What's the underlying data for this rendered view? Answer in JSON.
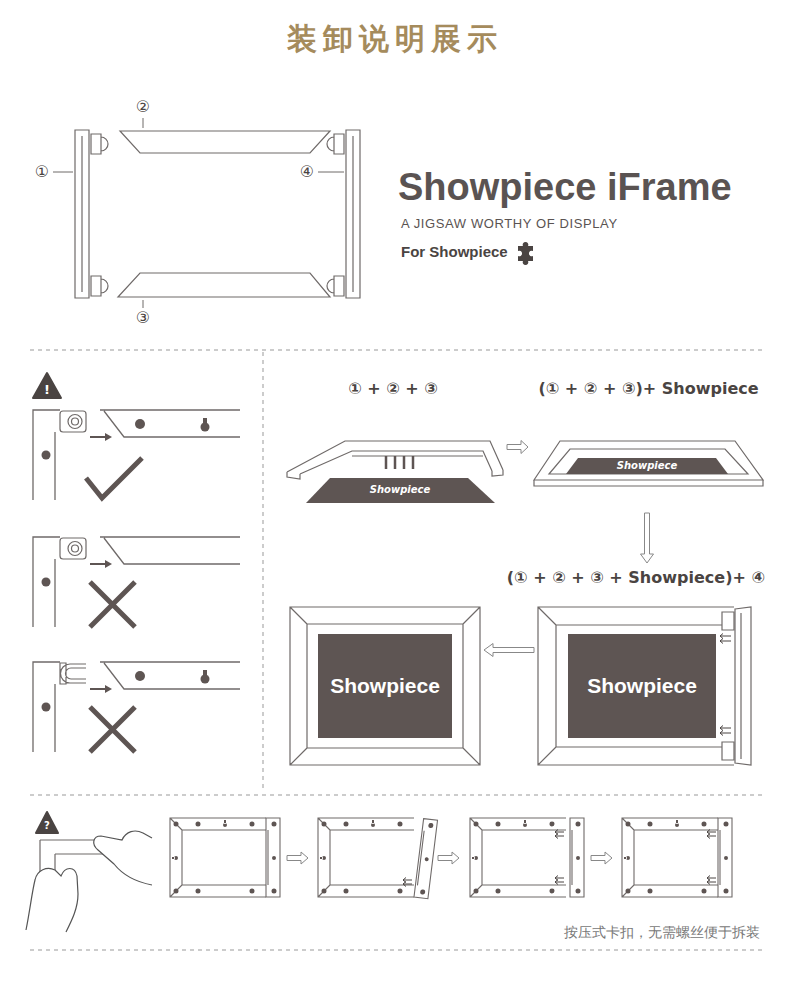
{
  "diagram": {
    "title": "装卸说明展示",
    "nodes": [
      {
        "text": [
          "① + ② + ③",
          "Showpiece"
        ]
      },
      {
        "text": [
          "(① + ② + ③)+ Showpiece",
          "Showpiece"
        ]
      },
      {
        "text": [
          "(① + ② + ③ + Showpiece)+ ④",
          "Showpiece"
        ]
      },
      {
        "text": [
          "Showpiece"
        ]
      }
    ],
    "edges": [
      {
        "from": 0,
        "to": 1,
        "arrow": "to"
      },
      {
        "from": 1,
        "to": 2,
        "arrow": "to"
      },
      {
        "from": 2,
        "to": 3,
        "arrow": "to"
      }
    ],
    "labels": [
      "②",
      "①",
      "④",
      "③",
      "Showpiece iFrame",
      "A JIGSAW WORTHY OF DISPLAY",
      "For Showpiece",
      "!",
      "?",
      "按压式卡扣，无需螺丝便于拆装"
    ]
  }
}
